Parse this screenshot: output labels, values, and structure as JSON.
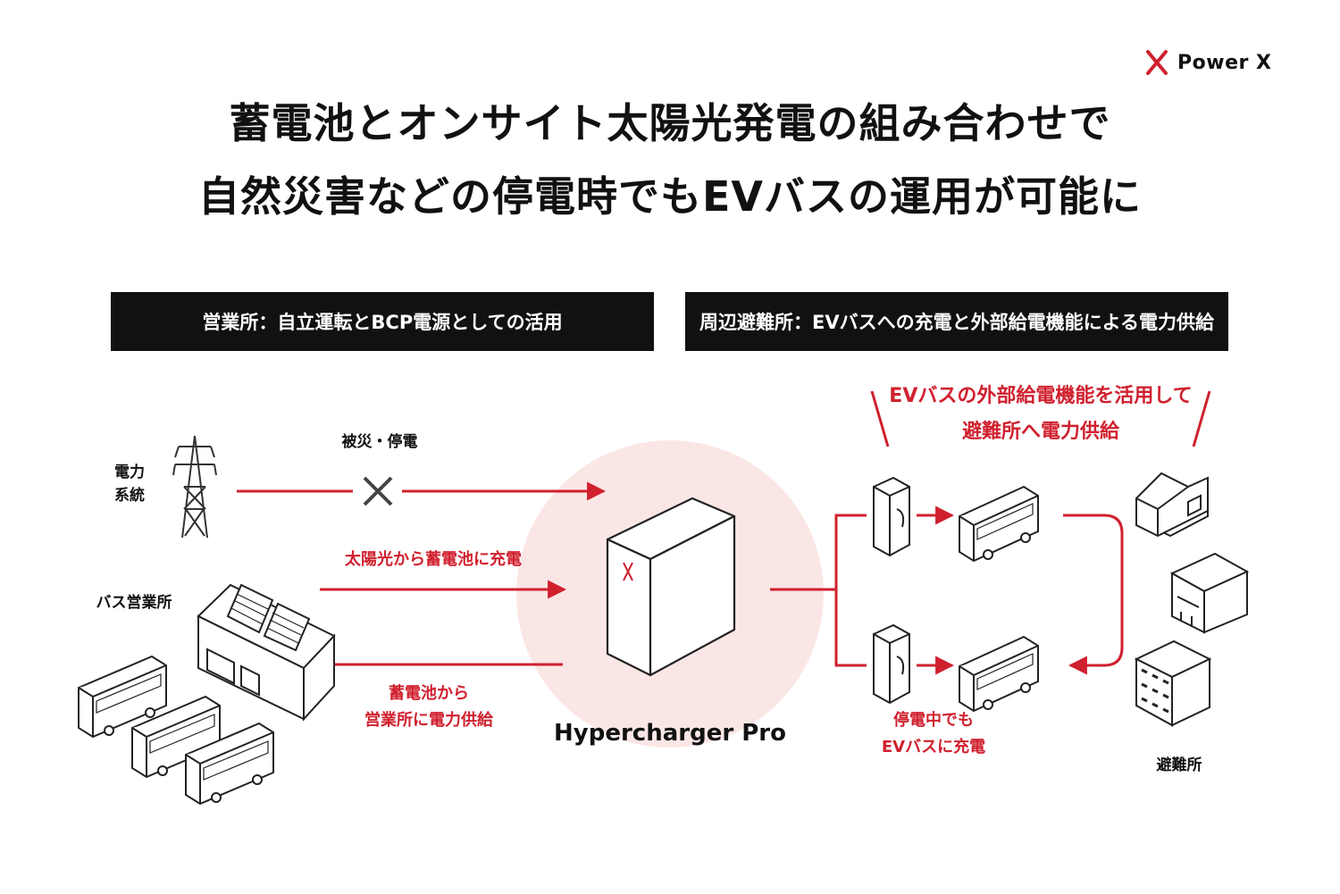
{
  "brand": {
    "name": "Power X",
    "logo_icon": "power-x-logo-icon",
    "accent": "#d0202e"
  },
  "headline": {
    "line1": "蓄電池とオンサイト太陽光発電の組み合わせで",
    "line2": "自然災害などの停電時でもEVバスの運用が可能に"
  },
  "banners": {
    "left": "営業所：自立運転とBCP電源としての活用",
    "right": "周辺避難所：EVバスへの充電と外部給電機能による電力供給"
  },
  "labels": {
    "grid_line1": "電力",
    "grid_line2": "系統",
    "outage": "被災・停電",
    "solar_charge": "太陽光から蓄電池に充電",
    "bus_depot": "バス営業所",
    "supply_line1": "蓄電池から",
    "supply_line2": "営業所に電力供給",
    "product": "Hypercharger Pro",
    "ev_line1": "EVバスの外部給電機能を活用して",
    "ev_line2": "避難所へ電力供給",
    "charge_line1": "停電中でも",
    "charge_line2": "EVバスに充電",
    "shelter": "避難所"
  },
  "colors": {
    "accent": "#d0202e",
    "halo": "#fbe6e6",
    "ink": "#111111"
  },
  "icons": [
    "transmission-tower-icon",
    "cross-icon",
    "solar-panel-icon",
    "building-icon",
    "bus-icon",
    "battery-unit-icon",
    "charger-icon",
    "house-icon",
    "store-icon",
    "apartment-icon"
  ]
}
